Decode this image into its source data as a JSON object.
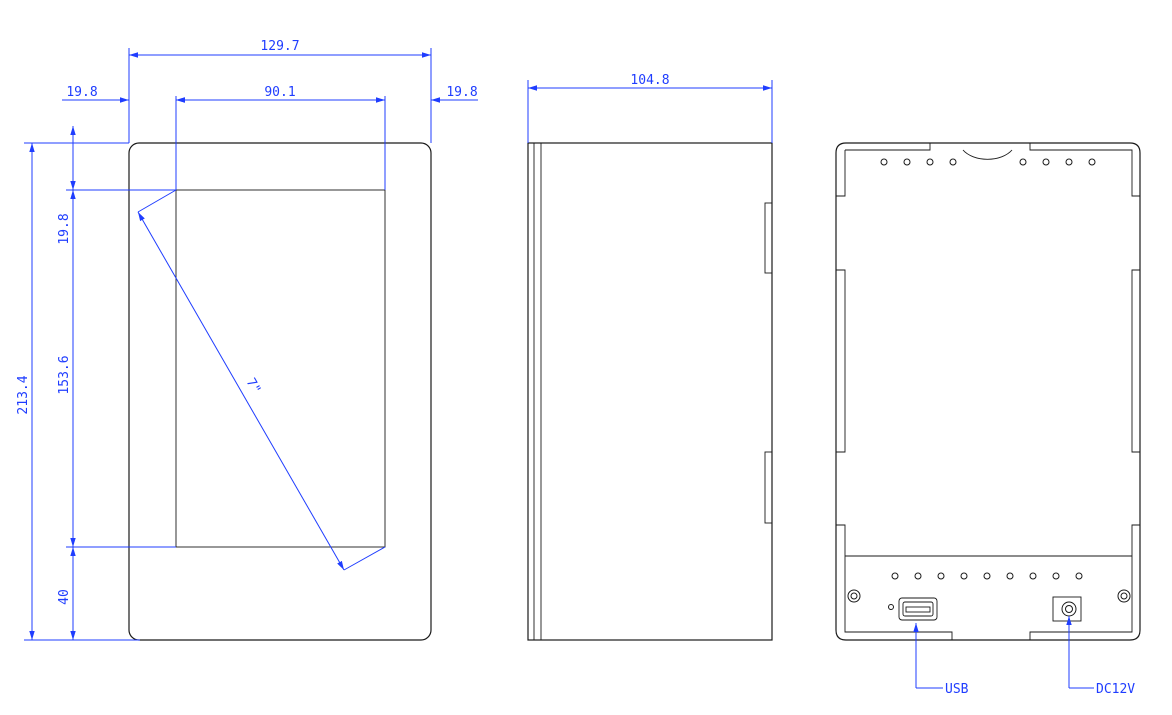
{
  "front_view": {
    "overall_width": "129.7",
    "left_margin": "19.8",
    "screen_width": "90.1",
    "right_margin": "19.8",
    "overall_height": "213.4",
    "top_margin": "19.8",
    "screen_height": "153.6",
    "bottom_margin": "40",
    "diagonal": "7\""
  },
  "side_view": {
    "depth": "104.8"
  },
  "back_view": {
    "usb_label": "USB",
    "power_label": "DC12V"
  },
  "colors": {
    "dimension": "#1f3dff",
    "outline": "#1a1a1a"
  }
}
